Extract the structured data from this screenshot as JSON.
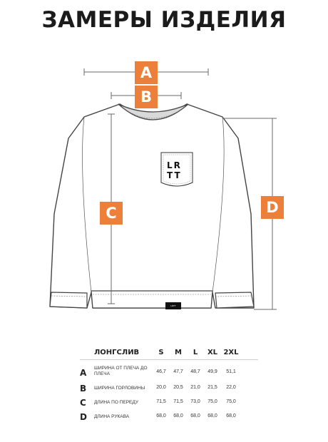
{
  "title": "ЗАМЕРЫ ИЗДЕЛИЯ",
  "diagram": {
    "badges": [
      "A",
      "B",
      "C",
      "D"
    ],
    "logo": [
      "LR",
      "TT"
    ],
    "tag_text": "LRTT",
    "accent_color": "#ec7f3a"
  },
  "table": {
    "header": "ЛОНГСЛИВ",
    "sizes": [
      "S",
      "M",
      "L",
      "XL",
      "2XL"
    ],
    "rows": [
      {
        "letter": "A",
        "desc": "ШИРИНА ОТ ПЛЕЧА ДО ПЛЕЧА",
        "values": [
          "46,7",
          "47,7",
          "48,7",
          "49,9",
          "51,1"
        ]
      },
      {
        "letter": "B",
        "desc": "ШИРИНА ГОРЛОВИНЫ",
        "values": [
          "20,0",
          "20,5",
          "21,0",
          "21,5",
          "22,0"
        ]
      },
      {
        "letter": "C",
        "desc": "ДЛИНА ПО ПЕРЕДУ",
        "values": [
          "71,5",
          "71,5",
          "73,0",
          "75,0",
          "75,0"
        ]
      },
      {
        "letter": "D",
        "desc": "ДЛИНА РУКАВА",
        "values": [
          "68,0",
          "68,0",
          "68,0",
          "68,0",
          "68,0"
        ]
      }
    ]
  }
}
